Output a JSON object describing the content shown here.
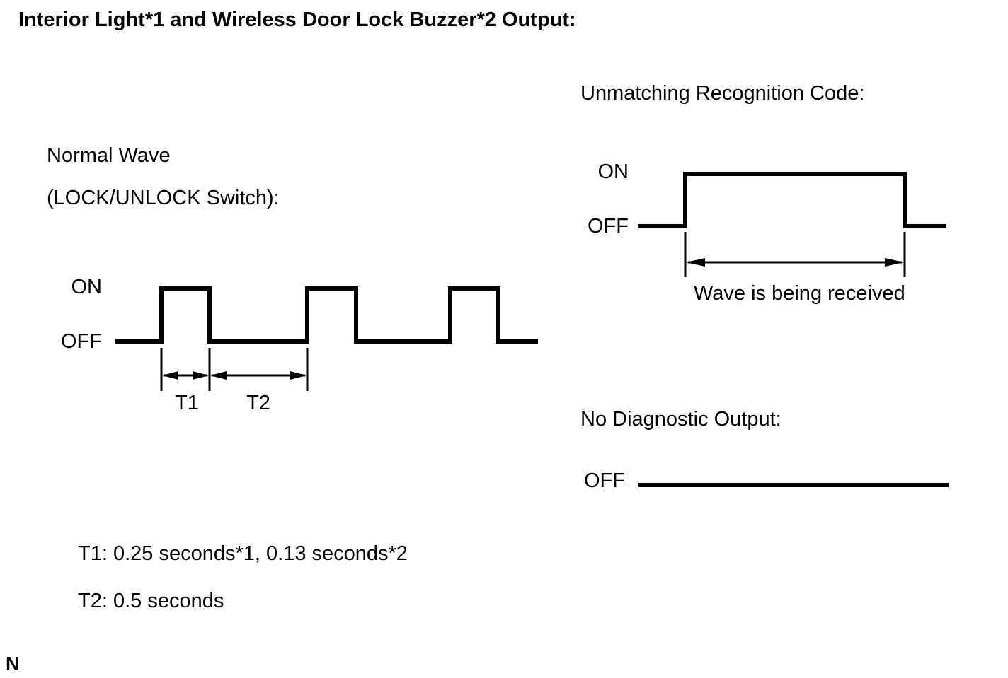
{
  "page": {
    "title": "Interior Light*1 and Wireless Door Lock Buzzer*2 Output:",
    "corner_marker": "N",
    "background_color": "#ffffff",
    "ink_color": "#000000"
  },
  "normal_wave_section": {
    "heading_line1": "Normal Wave",
    "heading_line2": "(LOCK/UNLOCK Switch):",
    "on_label": "ON",
    "off_label": "OFF",
    "t1_dimension_label": "T1",
    "t2_dimension_label": "T2"
  },
  "unmatching_code_section": {
    "heading": "Unmatching Recognition Code:",
    "on_label": "ON",
    "off_label": "OFF",
    "caption": "Wave is being received"
  },
  "no_diagnostic_section": {
    "heading": "No Diagnostic Output:",
    "off_label": "OFF"
  },
  "timing_notes": {
    "t1_note": "T1: 0.25 seconds*1, 0.13 seconds*2",
    "t2_note": "T2: 0.5 seconds"
  },
  "chart_data": {
    "type": "line",
    "title": "Interior Light*1 and Wireless Door Lock Buzzer*2 Output",
    "y_states": [
      "OFF",
      "ON"
    ],
    "series": [
      {
        "name": "Normal Wave (LOCK/UNLOCK Switch)",
        "pattern": "repeating square pulses: ON for T1, OFF for T2; three pulses shown",
        "T1": "0.25 seconds*1, 0.13 seconds*2",
        "T2": "0.5 seconds"
      },
      {
        "name": "Unmatching Recognition Code",
        "pattern": "single long ON pulse spanning the interval annotated 'Wave is being received'"
      },
      {
        "name": "No Diagnostic Output",
        "pattern": "constant OFF level line"
      }
    ],
    "legend_position": "none",
    "grid": false
  }
}
